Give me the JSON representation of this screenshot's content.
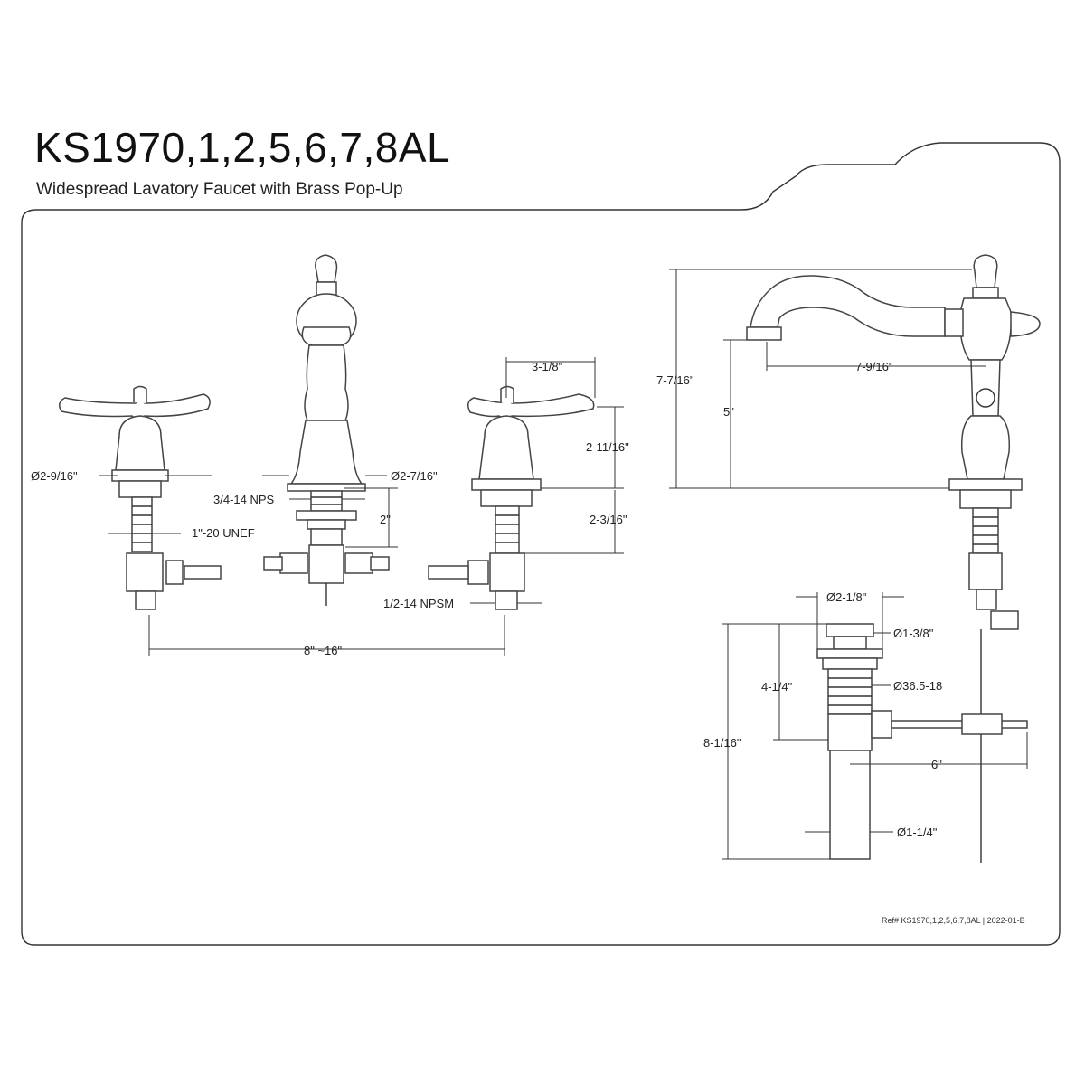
{
  "header": {
    "title": "KS1970,1,2,5,6,7,8AL",
    "subtitle": "Widespread Lavatory Faucet with Brass Pop-Up"
  },
  "dimensions": {
    "handle_diameter": "Ø2-9/16\"",
    "thread_unef": "1\"-20 UNEF",
    "spout_base_diameter": "Ø2-7/16\"",
    "thread_nps": "3/4-14 NPS",
    "spout_shank": "2\"",
    "handle_width": "3-1/8\"",
    "handle_height": "2-11/16\"",
    "handle_shank": "2-3/16\"",
    "thread_npsm": "1/2-14 NPSM",
    "spread": "8\" ~16\"",
    "total_height": "7-7/16\"",
    "spout_height": "5\"",
    "spout_reach": "7-9/16\"",
    "popup_flange": "Ø2-1/8\"",
    "popup_stopper": "Ø1-3/8\"",
    "popup_thread": "Ø36.5-18",
    "popup_body_height": "4-1/4\"",
    "popup_total_height": "8-1/16\"",
    "popup_rod": "6\"",
    "popup_tailpiece": "Ø1-1/4\""
  },
  "footer": {
    "reference": "Ref# KS1970,1,2,5,6,7,8AL | 2022-01-B"
  }
}
